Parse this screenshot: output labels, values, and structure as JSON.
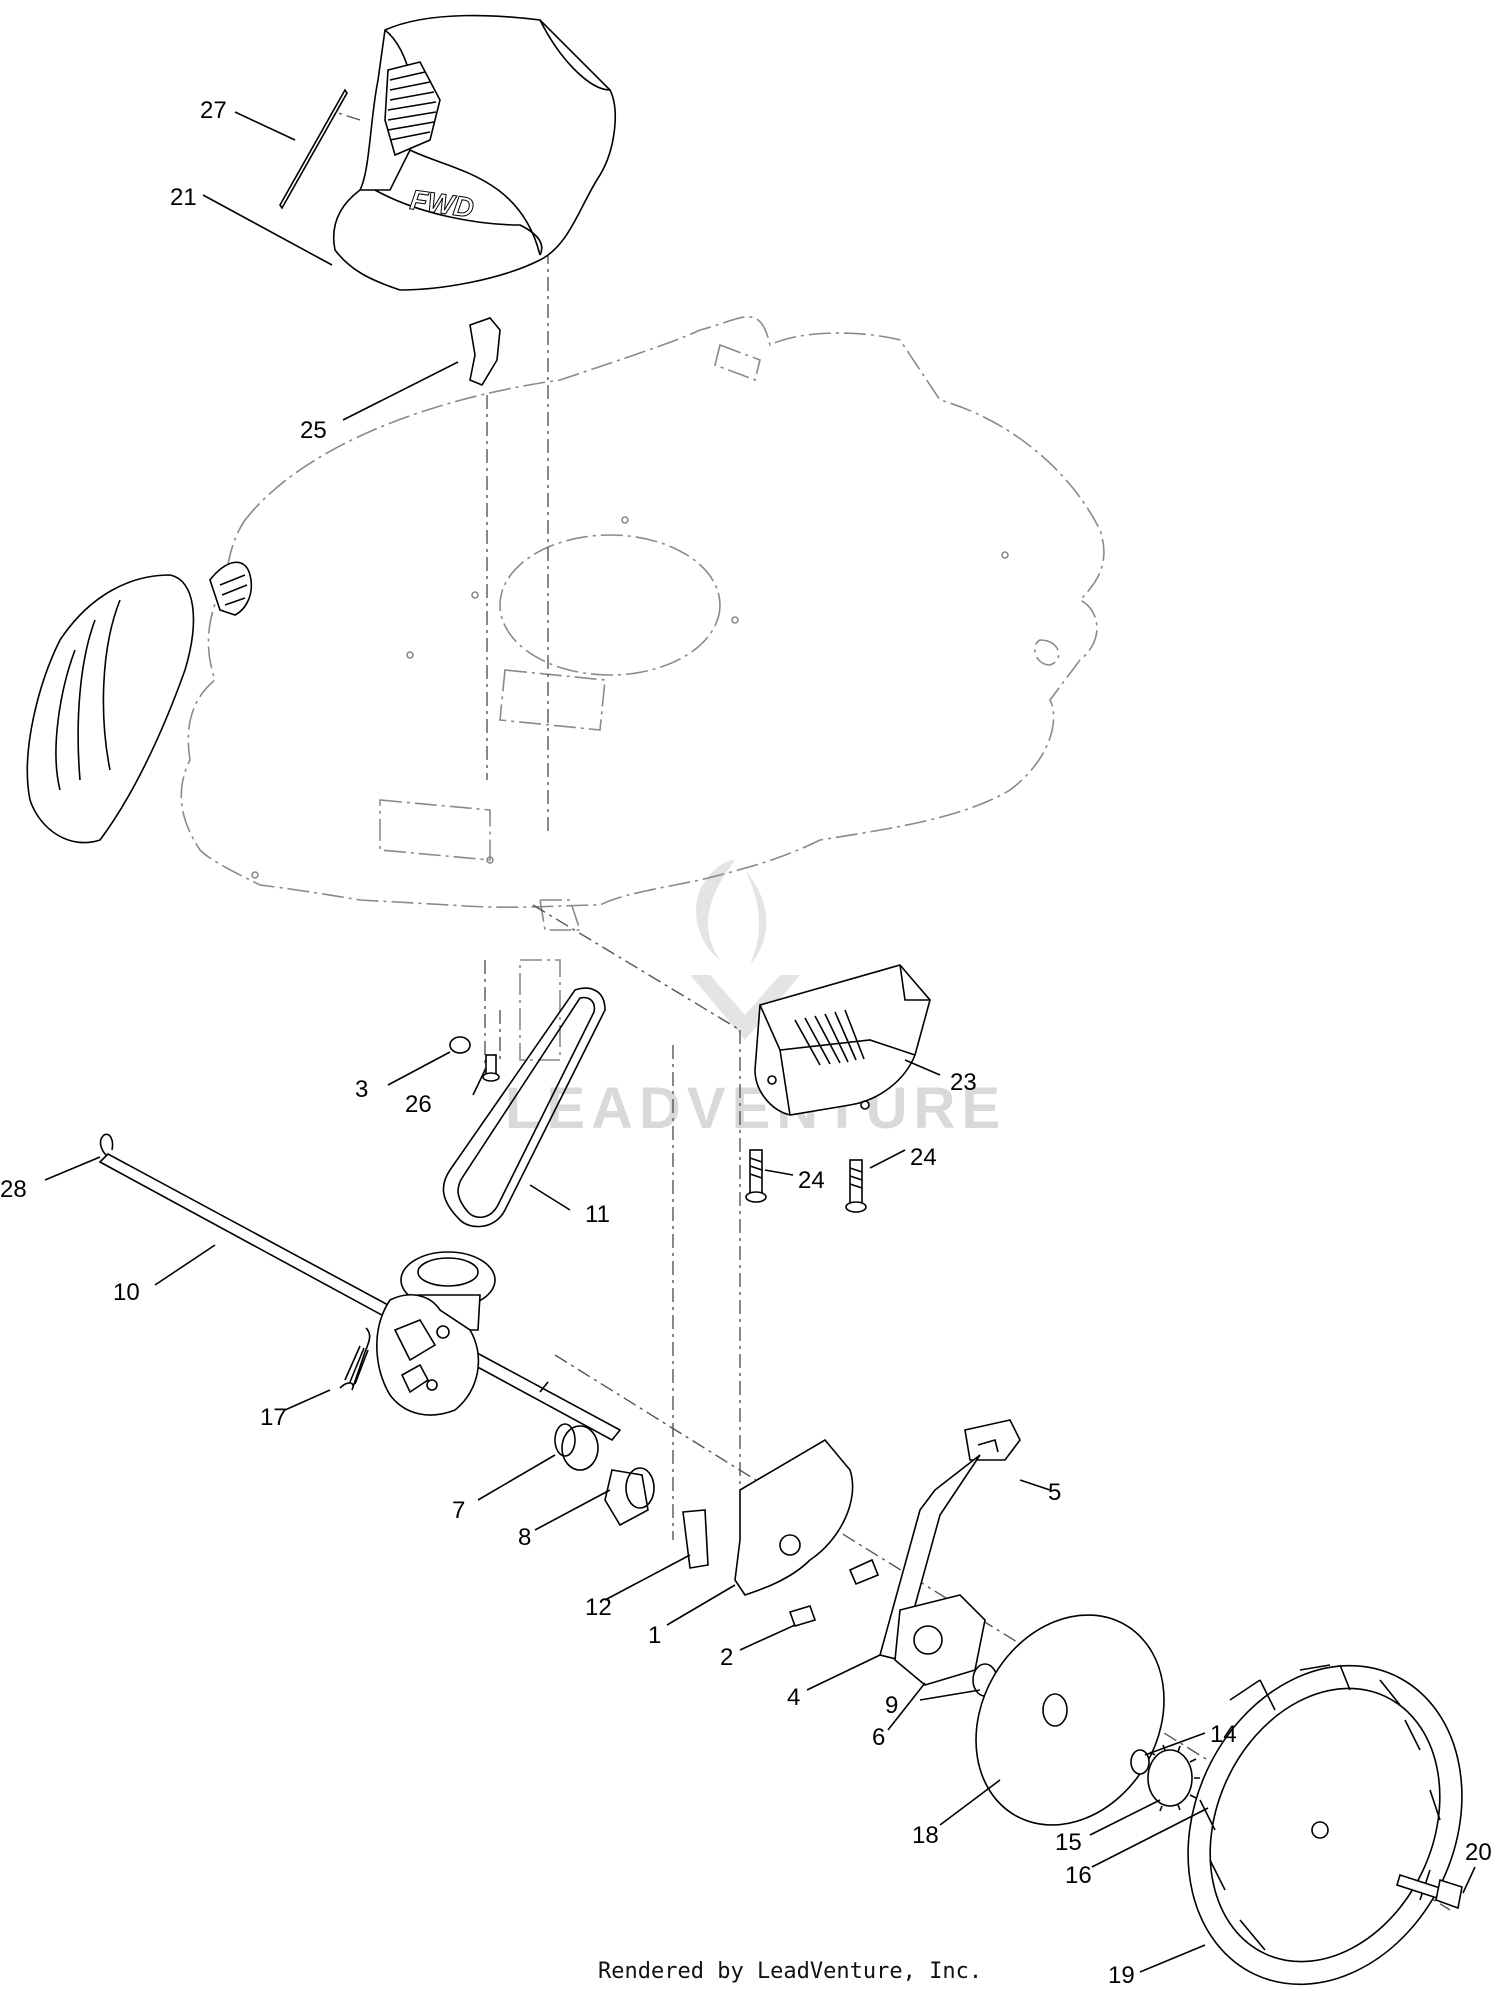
{
  "footer_text": "Rendered by LeadVenture, Inc.",
  "watermark_text": "LEADVENTURE",
  "callouts": [
    {
      "id": "c27",
      "label": "27"
    },
    {
      "id": "c21",
      "label": "21"
    },
    {
      "id": "c25",
      "label": "25"
    },
    {
      "id": "c23",
      "label": "23"
    },
    {
      "id": "c3",
      "label": "3"
    },
    {
      "id": "c26",
      "label": "26"
    },
    {
      "id": "c28",
      "label": "28"
    },
    {
      "id": "c11",
      "label": "11"
    },
    {
      "id": "c24a",
      "label": "24"
    },
    {
      "id": "c24b",
      "label": "24"
    },
    {
      "id": "c10",
      "label": "10"
    },
    {
      "id": "c17",
      "label": "17"
    },
    {
      "id": "c7",
      "label": "7"
    },
    {
      "id": "c8",
      "label": "8"
    },
    {
      "id": "c5",
      "label": "5"
    },
    {
      "id": "c12",
      "label": "12"
    },
    {
      "id": "c1",
      "label": "1"
    },
    {
      "id": "c2",
      "label": "2"
    },
    {
      "id": "c4",
      "label": "4"
    },
    {
      "id": "c6",
      "label": "6"
    },
    {
      "id": "c9",
      "label": "9"
    },
    {
      "id": "c14",
      "label": "14"
    },
    {
      "id": "c18",
      "label": "18"
    },
    {
      "id": "c15",
      "label": "15"
    },
    {
      "id": "c16",
      "label": "16"
    },
    {
      "id": "c20",
      "label": "20"
    },
    {
      "id": "c19",
      "label": "19"
    }
  ],
  "cover_marking": "FWD",
  "colors": {
    "line": "#000000",
    "phantom": "#8a8a8a",
    "watermark": "#d9d9d9"
  }
}
